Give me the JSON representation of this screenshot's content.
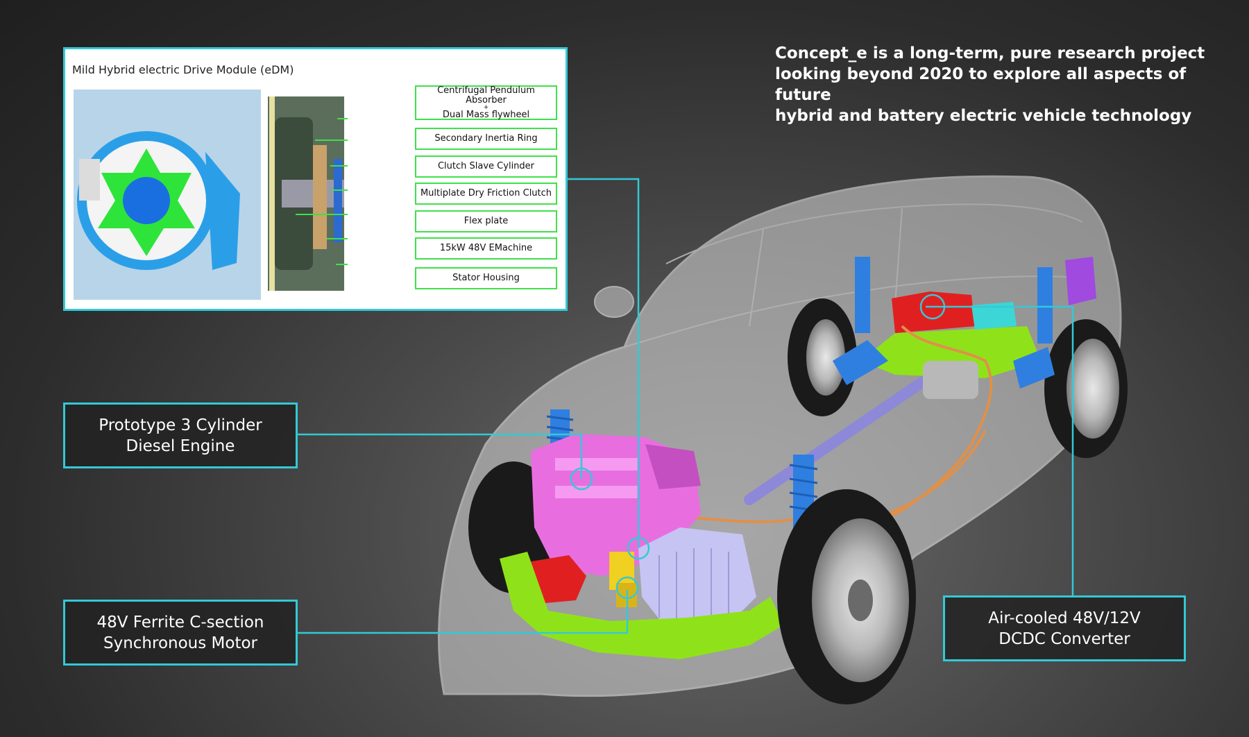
{
  "headline": {
    "lines": [
      "Concept_e is a long-term, pure research project",
      "looking beyond 2020 to explore all aspects of future",
      "hybrid and battery electric vehicle technology"
    ]
  },
  "edm_panel": {
    "title": "Mild Hybrid electric Drive Module (eDM)",
    "labels": [
      {
        "line1": "Centrifugal Pendulum Absorber",
        "line2": "+",
        "line3": "Dual Mass flywheel"
      },
      {
        "text": "Secondary Inertia Ring"
      },
      {
        "text": "Clutch Slave Cylinder"
      },
      {
        "text": "Multiplate Dry Friction Clutch"
      },
      {
        "text": "Flex plate"
      },
      {
        "text": "15kW 48V EMachine"
      },
      {
        "text": "Stator Housing"
      }
    ]
  },
  "callouts": {
    "engine": {
      "line1": "Prototype 3 Cylinder",
      "line2": "Diesel Engine"
    },
    "motor": {
      "line1": "48V Ferrite C-section",
      "line2": "Synchronous Motor"
    },
    "dcdc": {
      "line1": "Air-cooled 48V/12V",
      "line2": "DCDC Converter"
    }
  },
  "colors": {
    "accent_cyan": "#33c9d6",
    "label_green": "#3fe04a",
    "engine_magenta": "#e86ee0",
    "suspension_blue": "#2f7fe0",
    "subframe_green": "#8fe21a",
    "battery_red": "#e02020",
    "motor_yellow": "#f0d020"
  }
}
